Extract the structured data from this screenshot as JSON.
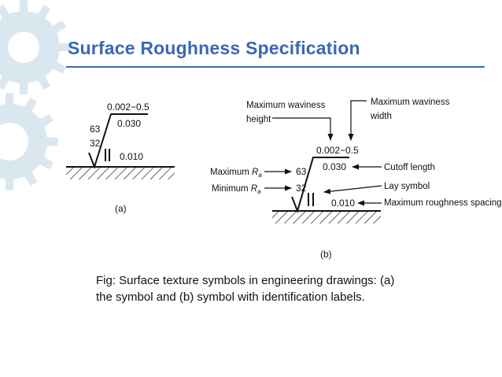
{
  "slide": {
    "title": "Surface Roughness Specification",
    "caption_line1": "Fig: Surface texture symbols in engineering drawings: (a)",
    "caption_line2": "the symbol and (b) symbol with identification labels."
  },
  "figure_a": {
    "waviness_height_width": "0.002−0.5",
    "cutoff_length": "0.030",
    "max_ra": "63",
    "min_ra": "32",
    "roughness_spacing": "0.010",
    "panel_label": "(a)"
  },
  "figure_b": {
    "waviness_height_width": "0.002−0.5",
    "cutoff_length": "0.030",
    "max_ra": "63",
    "min_ra": "32",
    "roughness_spacing": "0.010",
    "panel_label": "(b)",
    "labels": {
      "max_waviness_height_1": "Maximum waviness",
      "max_waviness_height_2": "height",
      "max_waviness_width_1": "Maximum waviness",
      "max_waviness_width_2": "width",
      "maximum_ra_word": "Maximum ",
      "minimum_ra_word": "Minimum ",
      "r_letter": "R",
      "a_subscript": "a",
      "cutoff_length": "Cutoff length",
      "lay_symbol": "Lay symbol",
      "max_roughness_spacing": "Maximum roughness spacing"
    }
  },
  "colors": {
    "title": "#3a67b8",
    "rule": "#3a6fb0",
    "gear": "#dbe7ee",
    "ink": "#111111"
  }
}
